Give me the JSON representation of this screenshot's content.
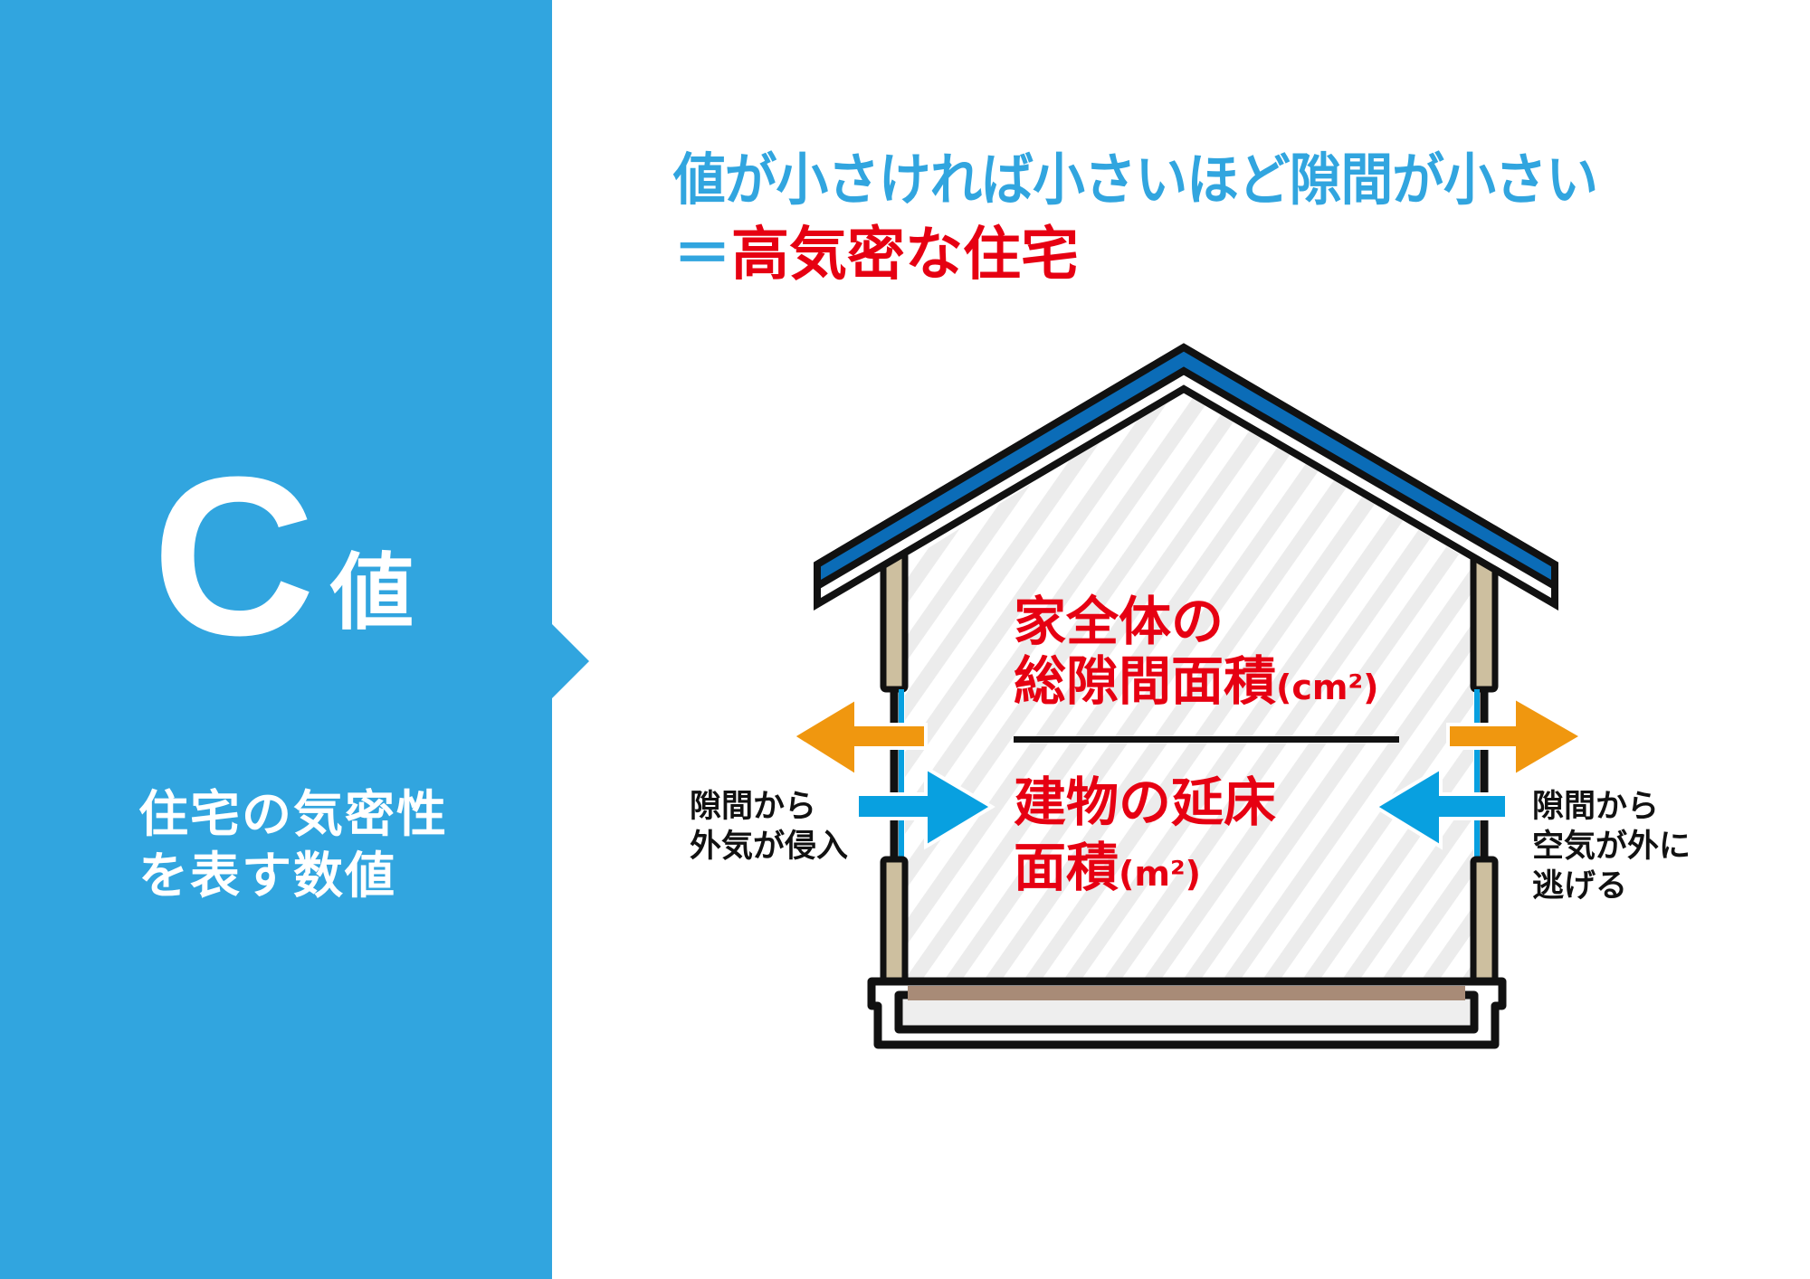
{
  "panel": {
    "title_letter": "C",
    "title_kanji": "値",
    "description_lines": [
      "住宅の気密性",
      "を表す数値"
    ],
    "color": "#31a5df"
  },
  "headline": {
    "line1": "値が小さければ小さいほど隙間が小さい",
    "line2_prefix": "＝",
    "line2_main": "高気密な住宅",
    "line1_color": "#31a5df",
    "line2_color": "#e60012"
  },
  "diagram": {
    "numerator": {
      "line1": "家全体の",
      "line2": "総隙間面積",
      "unit": "(cm²)"
    },
    "denominator": {
      "line1": "建物の延床",
      "line2": "面積",
      "unit": "(m²)"
    },
    "left_label": [
      "隙間から",
      "外気が侵入"
    ],
    "right_label": [
      "隙間から",
      "空気が外に",
      "逃げる"
    ],
    "colors": {
      "roof": "#0b6cb7",
      "wall_post": "#cdbf9f",
      "floor": "#a88b77",
      "arrow_out": "#f0970f",
      "arrow_in": "#08a0e0",
      "text_red": "#e60012",
      "stripe": "#ececec"
    }
  }
}
